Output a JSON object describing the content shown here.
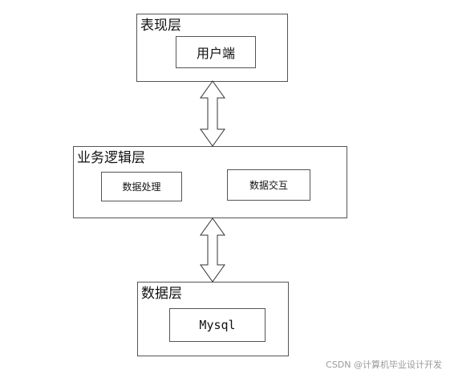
{
  "diagram": {
    "presentation_layer": {
      "title": "表现层",
      "components": [
        "用户端"
      ]
    },
    "business_layer": {
      "title": "业务逻辑层",
      "components": [
        "数据处理",
        "数据交互"
      ]
    },
    "data_layer": {
      "title": "数据层",
      "components": [
        "Mysql"
      ]
    },
    "connections": [
      {
        "from": "表现层",
        "to": "业务逻辑层",
        "type": "bidirectional"
      },
      {
        "from": "业务逻辑层",
        "to": "数据层",
        "type": "bidirectional"
      }
    ]
  },
  "watermark": "CSDN @计算机毕业设计开发"
}
